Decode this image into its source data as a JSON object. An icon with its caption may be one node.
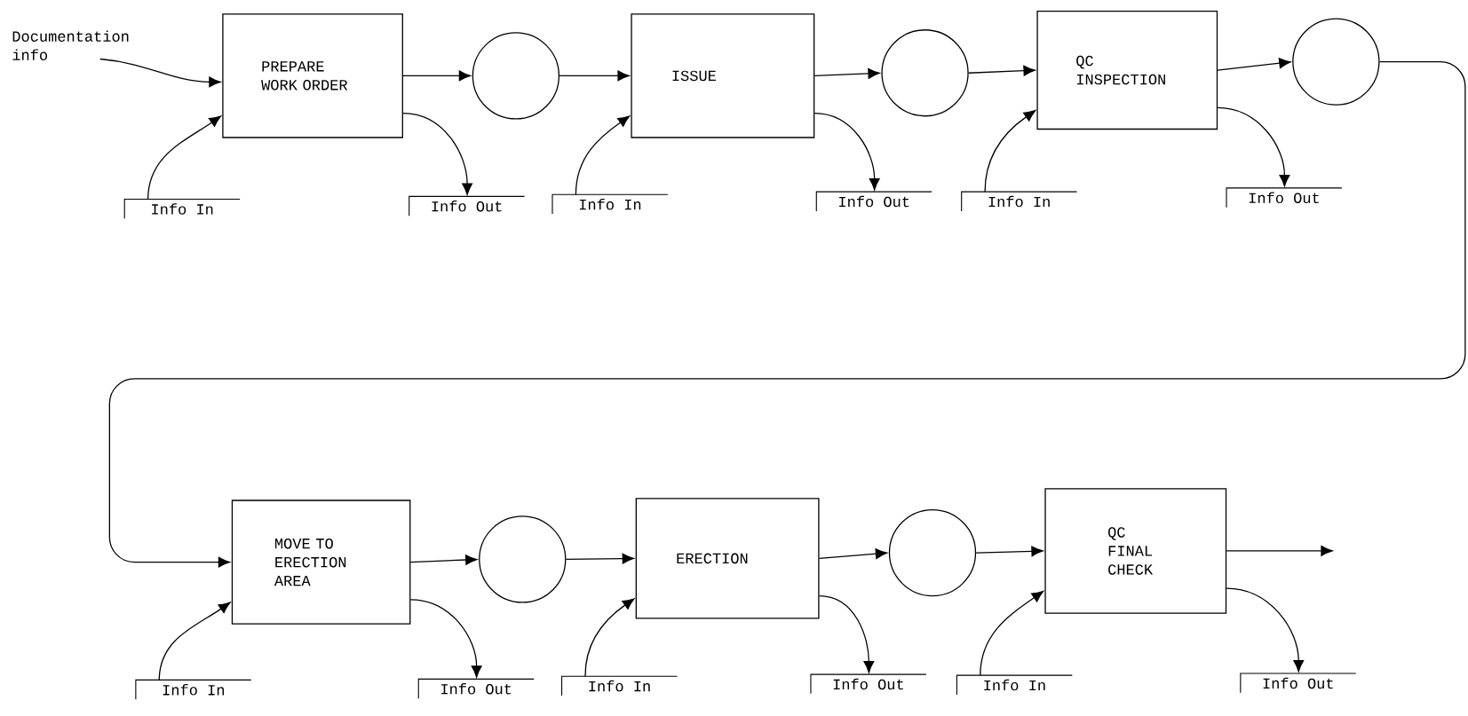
{
  "diagram": {
    "nodes": [
      {
        "text": [
          "Documentation info"
        ]
      },
      {
        "text": [
          "PREPARE WORK ORDER"
        ]
      },
      {
        "text": [],
        "shape": "circle"
      },
      {
        "text": [
          "ISSUE"
        ]
      },
      {
        "text": [],
        "shape": "circle"
      },
      {
        "text": [
          "QC INSPECTION"
        ]
      },
      {
        "text": [],
        "shape": "circle"
      },
      {
        "text": [
          "MOVE TO ERECTION AREA"
        ]
      },
      {
        "text": [],
        "shape": "circle"
      },
      {
        "text": [
          "ERECTION"
        ]
      },
      {
        "text": [],
        "shape": "circle"
      },
      {
        "text": [
          "QC FINAL CHECK"
        ]
      },
      {
        "text": [
          "Info In"
        ]
      },
      {
        "text": [
          "Info Out"
        ]
      },
      {
        "text": [
          "Info In"
        ]
      },
      {
        "text": [
          "Info Out"
        ]
      },
      {
        "text": [
          "Info In"
        ]
      },
      {
        "text": [
          "Info Out"
        ]
      },
      {
        "text": [
          "Info In"
        ]
      },
      {
        "text": [
          "Info Out"
        ]
      },
      {
        "text": [
          "Info In"
        ]
      },
      {
        "text": [
          "Info Out"
        ]
      },
      {
        "text": [
          "Info In"
        ]
      },
      {
        "text": [
          "Info Out"
        ]
      }
    ],
    "edges": [
      {
        "from": 0,
        "to": 1,
        "arrow": "to"
      },
      {
        "from": 1,
        "to": 2,
        "arrow": "to"
      },
      {
        "from": 2,
        "to": 3,
        "arrow": "to"
      },
      {
        "from": 3,
        "to": 4,
        "arrow": "to"
      },
      {
        "from": 4,
        "to": 5,
        "arrow": "to"
      },
      {
        "from": 5,
        "to": 6,
        "arrow": "to"
      },
      {
        "from": 6,
        "to": 7,
        "arrow": "to"
      },
      {
        "from": 7,
        "to": 8,
        "arrow": "to"
      },
      {
        "from": 8,
        "to": 9,
        "arrow": "to"
      },
      {
        "from": 9,
        "to": 10,
        "arrow": "to"
      },
      {
        "from": 10,
        "to": 11,
        "arrow": "to"
      },
      {
        "from": 11,
        "to": null,
        "arrow": "to"
      },
      {
        "from": 12,
        "to": 1,
        "arrow": "to"
      },
      {
        "from": 1,
        "to": 13,
        "arrow": "to"
      },
      {
        "from": 14,
        "to": 3,
        "arrow": "to"
      },
      {
        "from": 3,
        "to": 15,
        "arrow": "to"
      },
      {
        "from": 16,
        "to": 5,
        "arrow": "to"
      },
      {
        "from": 5,
        "to": 17,
        "arrow": "to"
      },
      {
        "from": 18,
        "to": 7,
        "arrow": "to"
      },
      {
        "from": 7,
        "to": 19,
        "arrow": "to"
      },
      {
        "from": 20,
        "to": 9,
        "arrow": "to"
      },
      {
        "from": 9,
        "to": 21,
        "arrow": "to"
      },
      {
        "from": 22,
        "to": 11,
        "arrow": "to"
      },
      {
        "from": 11,
        "to": 23,
        "arrow": "to"
      }
    ]
  }
}
